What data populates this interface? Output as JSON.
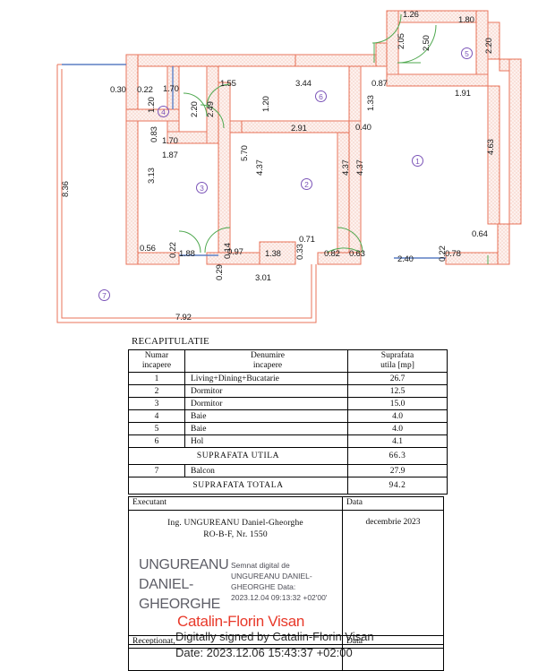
{
  "document": {
    "recap_title": "RECAPITULATIE"
  },
  "floor_plan": {
    "room_markers": [
      {
        "id": "1",
        "label": "1"
      },
      {
        "id": "2",
        "label": "2"
      },
      {
        "id": "3",
        "label": "3"
      },
      {
        "id": "4",
        "label": "4"
      },
      {
        "id": "5",
        "label": "5"
      },
      {
        "id": "6",
        "label": "6"
      },
      {
        "id": "7",
        "label": "7"
      }
    ],
    "dimensions": {
      "overall_left_vertical": "8.36",
      "balcony_bottom": "7.92",
      "d_0_30": "0.30",
      "d_0_22_top": "0.22",
      "d_1_70_top": "1.70",
      "d_1_20_left": "1.20",
      "d_0_83": "0.83",
      "d_1_70_bottom": "1.70",
      "d_1_87": "1.87",
      "d_2_20_r4": "2.20",
      "d_2_49": "2.49",
      "d_1_55": "1.55",
      "d_1_20_mid": "1.20",
      "d_3_44": "3.44",
      "d_0_87": "0.87",
      "d_1_33": "1.33",
      "d_2_91": "2.91",
      "d_0_40": "0.40",
      "d_1_26": "1.26",
      "d_2_05": "2.05",
      "d_2_50": "2.50",
      "d_1_80": "1.80",
      "d_2_20_r5": "2.20",
      "d_1_91": "1.91",
      "d_3_13": "3.13",
      "d_5_70": "5.70",
      "d_4_37_a": "4.37",
      "d_4_37_b": "4.37",
      "d_4_37_c": "4.37",
      "d_4_63": "4.63",
      "d_0_56": "0.56",
      "d_0_22_b1": "0.22",
      "d_1_88": "1.88",
      "d_0_29": "0.29",
      "d_0_14": "0.14",
      "d_0_97": "0.97",
      "d_3_01": "3.01",
      "d_1_38": "1.38",
      "d_0_33": "0.33",
      "d_0_71": "0.71",
      "d_0_82": "0.82",
      "d_0_63": "0.63",
      "d_2_40": "2.40",
      "d_0_22_b2": "0.22",
      "d_0_78": "0.78",
      "d_0_64": "0.64"
    }
  },
  "recap_table": {
    "headers": {
      "number": [
        "Numar",
        "incapere"
      ],
      "name": [
        "Denumire",
        "incapere"
      ],
      "area": [
        "Suprafata",
        "utila [mp]"
      ]
    },
    "rows": [
      {
        "num": "1",
        "name": "Living+Dining+Bucatarie",
        "area": "26.7"
      },
      {
        "num": "2",
        "name": "Dormitor",
        "area": "12.5"
      },
      {
        "num": "3",
        "name": "Dormitor",
        "area": "15.0"
      },
      {
        "num": "4",
        "name": "Baie",
        "area": "4.0"
      },
      {
        "num": "5",
        "name": "Baie",
        "area": "4.0"
      },
      {
        "num": "6",
        "name": "Hol",
        "area": "4.1"
      }
    ],
    "subtotal": {
      "label": "SUPRAFATA  UTILA",
      "area": "66.3"
    },
    "balcony": {
      "num": "7",
      "name": "Balcon",
      "area": "27.9"
    },
    "total": {
      "label": "SUPRAFATA  TOTALA",
      "area": "94.2"
    }
  },
  "executant_block": {
    "header_left": "Executant",
    "header_right": "Data",
    "engineer_line1": "Ing. UNGUREANU Daniel-Gheorghe",
    "engineer_line2": "RO-B-F, Nr. 1550",
    "date": "decembrie 2023"
  },
  "signatures": {
    "ungurean_name": "UNGUREANU DANIEL-GHEORGHE",
    "ungurean_detail": "Semnat digital de UNGUREANU DANIEL-GHEORGHE Data: 2023.12.04 09:13:32 +02'00'",
    "visan_name": "Catalin-Florin Visan",
    "visan_signed_by": "Digitally signed by Catalin-Florin Visan",
    "visan_date": "Date: 2023.12.06 15:43:37 +02:00"
  },
  "receptionat_block": {
    "label": "Receptionat,",
    "date_label": "Data"
  },
  "colors": {
    "wall_outline": "#e8735a",
    "wall_hatch": "#f5c8bb",
    "door_arc": "#4fa84f",
    "window": "#5b7fc4",
    "room_marker": "#7b54b8",
    "signature_red": "#e8392a"
  }
}
